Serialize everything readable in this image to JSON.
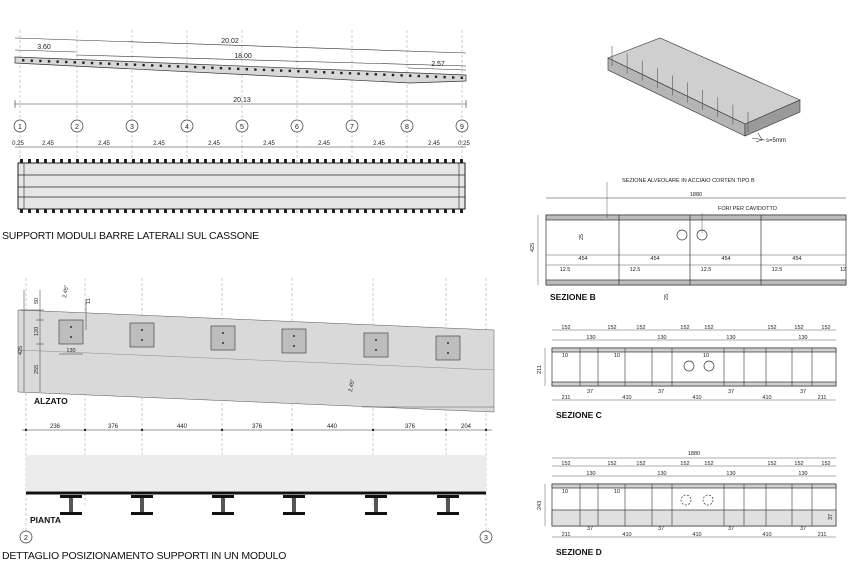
{
  "captions": {
    "top": "SUPPORTI MODULI BARRE LATERALI SUL CASSONE",
    "bottom": "DETTAGLIO POSIZIONAMENTO SUPPORTI IN UN MODULO"
  },
  "labels": {
    "alzato": "ALZATO",
    "pianta": "PIANTA",
    "sezione_b": "SEZIONE B",
    "sezione_c": "SEZIONE C",
    "sezione_d": "SEZIONE D"
  },
  "top_elevation": {
    "dims_upper": [
      "20.02",
      "3.60",
      "18.00",
      "2.57"
    ],
    "dim_lower": "20.13",
    "grid_numbers": [
      "1",
      "2",
      "3",
      "4",
      "5",
      "6",
      "7",
      "8",
      "9"
    ],
    "spacings": [
      "0.25",
      "2.45",
      "2.45",
      "2.45",
      "2.45",
      "2.45",
      "2.45",
      "2.45",
      "2.45",
      "0.25"
    ]
  },
  "iso_view": {
    "note": "s=5mm"
  },
  "section_b": {
    "title_note": "SEZIONE ALVEOLARE IN ACCIAIO CORTEN TIPO B",
    "holes_note": "FORI PER CAVIDOTTO",
    "total": "1880",
    "height": "425",
    "web": "25",
    "cells": [
      "454",
      "454",
      "454",
      "454"
    ],
    "flanges": [
      "12.5",
      "12.5",
      "12.5",
      "12.5",
      "12"
    ],
    "bottom": "25"
  },
  "section_c": {
    "top_dims": [
      "152",
      "152",
      "152",
      "152",
      "152",
      "152",
      "152",
      "152"
    ],
    "sub_dims": [
      "130",
      "130",
      "130",
      "130"
    ],
    "height": "211",
    "inner": [
      "10",
      "10",
      "10"
    ],
    "bottom_dims": [
      "211",
      "410",
      "410",
      "410",
      "211"
    ],
    "small": [
      "37",
      "37",
      "37",
      "37"
    ]
  },
  "section_d": {
    "total": "1880",
    "top_dims": [
      "152",
      "152",
      "152",
      "152",
      "152",
      "152",
      "152",
      "152"
    ],
    "sub_dims": [
      "130",
      "130",
      "130",
      "130"
    ],
    "height": "243",
    "side": "37",
    "inner": [
      "10",
      "10"
    ],
    "bottom_dims": [
      "211",
      "410",
      "410",
      "410",
      "211"
    ],
    "small": [
      "37",
      "37",
      "37",
      "37"
    ]
  },
  "detail": {
    "heights": [
      "50",
      "120",
      "425",
      "255"
    ],
    "angle1": "2.45°",
    "angle2": "2.45°",
    "small": "11",
    "plate": "130",
    "spacings": [
      "236",
      "376",
      "440",
      "376",
      "440",
      "376",
      "204"
    ],
    "grid_left": "2",
    "grid_right": "3"
  }
}
